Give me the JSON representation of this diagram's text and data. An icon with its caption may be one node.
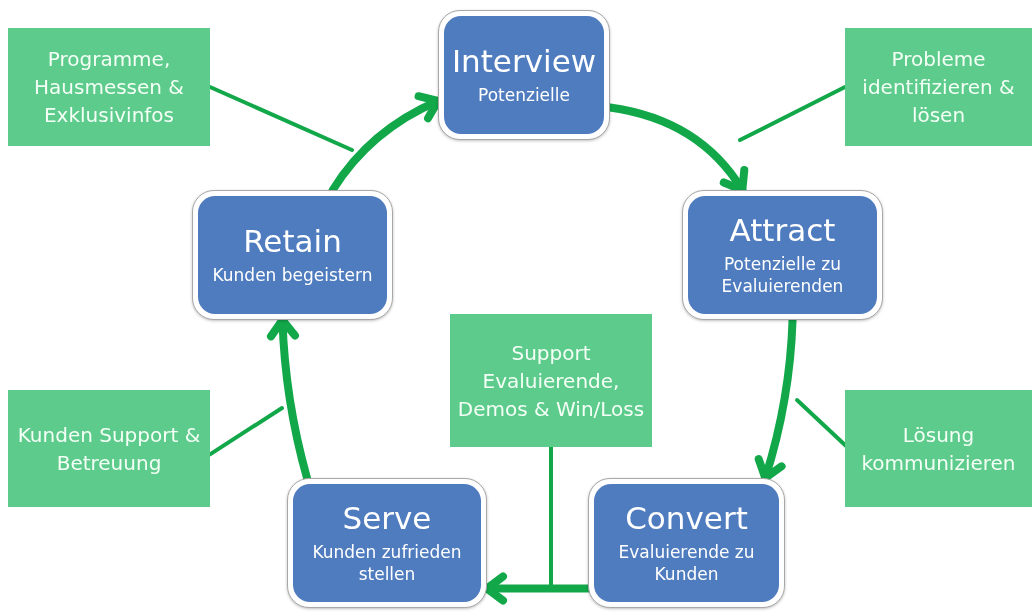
{
  "diagram": {
    "nodes": [
      {
        "text": [
          "Programme, Hausmessen & Exklusivinfos"
        ]
      },
      {
        "text": [
          "Interview",
          "Potenzielle"
        ]
      },
      {
        "text": [
          "Probleme identifizieren & lösen"
        ]
      },
      {
        "text": [
          "Retain",
          "Kunden begeistern"
        ]
      },
      {
        "text": [
          "Attract",
          "Potenzielle zu Evaluierenden"
        ]
      },
      {
        "text": [
          "Support Evaluierende, Demos & Win/Loss"
        ]
      },
      {
        "text": [
          "Kunden Support & Betreuung"
        ]
      },
      {
        "text": [
          "Lösung kommunizieren"
        ]
      },
      {
        "text": [
          "Serve",
          "Kunden zufrieden stellen"
        ]
      },
      {
        "text": [
          "Convert",
          "Evaluierende zu Kunden"
        ]
      }
    ],
    "edges": [
      {
        "from": 3,
        "to": 1,
        "arrow": "to",
        "style": "thick"
      },
      {
        "from": 1,
        "to": 4,
        "arrow": "to",
        "style": "thick"
      },
      {
        "from": 4,
        "to": 9,
        "arrow": "to",
        "style": "thick"
      },
      {
        "from": 9,
        "to": 8,
        "arrow": "to",
        "style": "thick"
      },
      {
        "from": 8,
        "to": 3,
        "arrow": "to",
        "style": "thick"
      },
      {
        "from": 0,
        "to": null,
        "arrow": "none"
      },
      {
        "from": 2,
        "to": null,
        "arrow": "none"
      },
      {
        "from": 7,
        "to": null,
        "arrow": "none"
      },
      {
        "from": 6,
        "to": null,
        "arrow": "none"
      },
      {
        "from": 5,
        "to": null,
        "arrow": "none"
      }
    ]
  }
}
